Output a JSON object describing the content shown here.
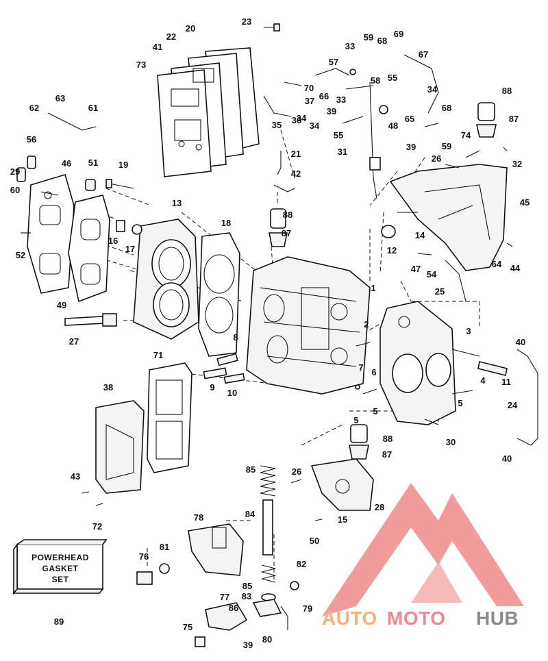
{
  "labels": [
    "1",
    "2",
    "3",
    "4",
    "5",
    "5",
    "5",
    "6",
    "7",
    "8",
    "9",
    "10",
    "11",
    "12",
    "13",
    "14",
    "15",
    "16",
    "17",
    "18",
    "19",
    "20",
    "21",
    "22",
    "23",
    "24",
    "25",
    "26",
    "26",
    "27",
    "28",
    "29",
    "30",
    "31",
    "32",
    "33",
    "33",
    "34",
    "34",
    "34",
    "35",
    "36",
    "37",
    "38",
    "39",
    "39",
    "39",
    "40",
    "40",
    "41",
    "42",
    "43",
    "44",
    "45",
    "46",
    "47",
    "48",
    "49",
    "50",
    "51",
    "52",
    "54",
    "55",
    "55",
    "56",
    "57",
    "58",
    "59",
    "59",
    "60",
    "61",
    "62",
    "63",
    "64",
    "65",
    "66",
    "67",
    "68",
    "68",
    "69",
    "70",
    "71",
    "72",
    "73",
    "74",
    "75",
    "76",
    "77",
    "78",
    "79",
    "80",
    "81",
    "82",
    "83",
    "84",
    "85",
    "85",
    "86",
    "87",
    "87",
    "87",
    "88",
    "88",
    "88",
    "89"
  ],
  "kit_box": {
    "line1": "POWERHEAD",
    "line2": "GASKET",
    "line3": "SET"
  },
  "watermark": {
    "part1": "AUTO",
    "part2": "MOTO",
    "part3": "HUB",
    "color1": "#f6b07a",
    "color2": "#f08a8a",
    "color3": "#8a8a8a",
    "logo_color": "#f08a8a"
  }
}
